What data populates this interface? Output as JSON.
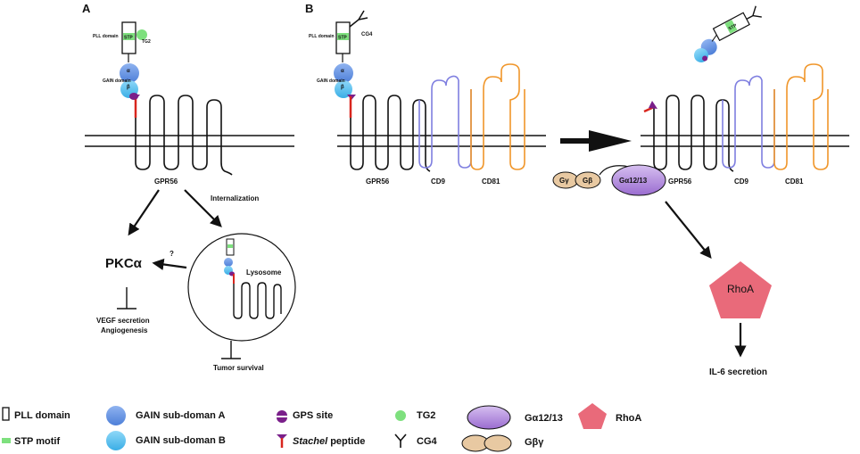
{
  "panel_a": {
    "label": "A",
    "pll_domain": "PLL domain",
    "stp": "STP",
    "tg2": "TG2",
    "alpha": "α",
    "beta": "β",
    "gain_domain": "GAIN domain",
    "receptor": "GPR56",
    "internalization": "Internalization",
    "pkc": "PKCα",
    "question": "?",
    "lysosome": "Lysosome",
    "vegf": "VEGF secretion",
    "angiogenesis": "Angiogenesis",
    "tumor_survival": "Tumor survival"
  },
  "panel_b": {
    "label": "B",
    "pll_domain": "PLL domain",
    "stp": "STP",
    "cg4": "CG4",
    "alpha": "α",
    "beta": "β",
    "gain_domain": "GAIN domain",
    "receptor": "GPR56",
    "cd9": "CD9",
    "cd81": "CD81",
    "g_gamma": "Gγ",
    "g_beta": "Gβ",
    "g_alpha": "Gα12/13",
    "rhoa": "RhoA",
    "il6": "IL-6 secretion"
  },
  "legend": {
    "pll": "PLL domain",
    "stp": "STP motif",
    "gain_a": "GAIN sub-doman A",
    "gain_b": "GAIN sub-doman B",
    "gps": "GPS site",
    "stachel_italic": "Stachel",
    "stachel_rest": " peptide",
    "tg2": "TG2",
    "cg4": "CG4",
    "galpha": "Gα12/13",
    "gbg": "Gβγ",
    "rhoa": "RhoA"
  },
  "colors": {
    "gain_a": "#6b9be8",
    "gain_b": "#5bc3f0",
    "tg2": "#7ee07e",
    "stp": "#7ee07e",
    "gps": "#7a1f8a",
    "stachel": "#d8261e",
    "cd9": "#7f7fe0",
    "cd81": "#f0962a",
    "galpha": "#b08ad6",
    "gbg": "#e8c9a2",
    "rhoa": "#e96a7a"
  }
}
